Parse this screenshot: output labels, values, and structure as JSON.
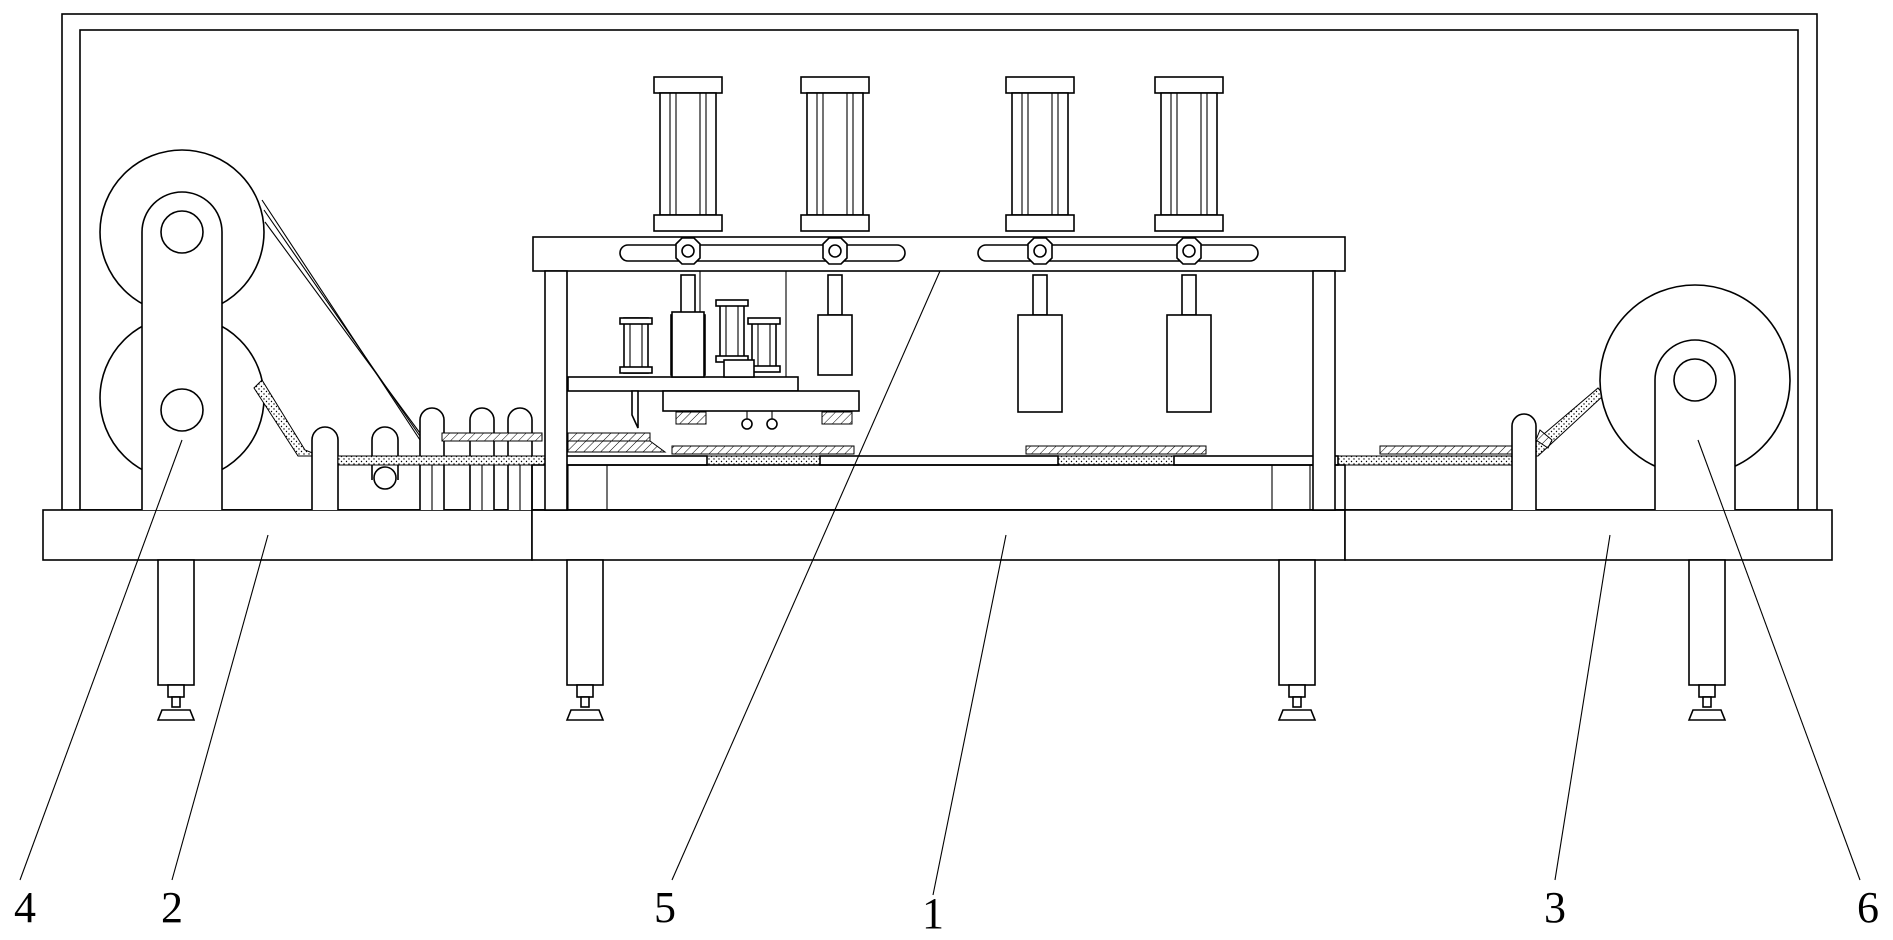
{
  "figure": {
    "type": "mechanical-drawing",
    "labels": [
      {
        "id": "4",
        "text": "4"
      },
      {
        "id": "2",
        "text": "2"
      },
      {
        "id": "5",
        "text": "5"
      },
      {
        "id": "1",
        "text": "1"
      },
      {
        "id": "3",
        "text": "3"
      },
      {
        "id": "6",
        "text": "6"
      }
    ]
  }
}
